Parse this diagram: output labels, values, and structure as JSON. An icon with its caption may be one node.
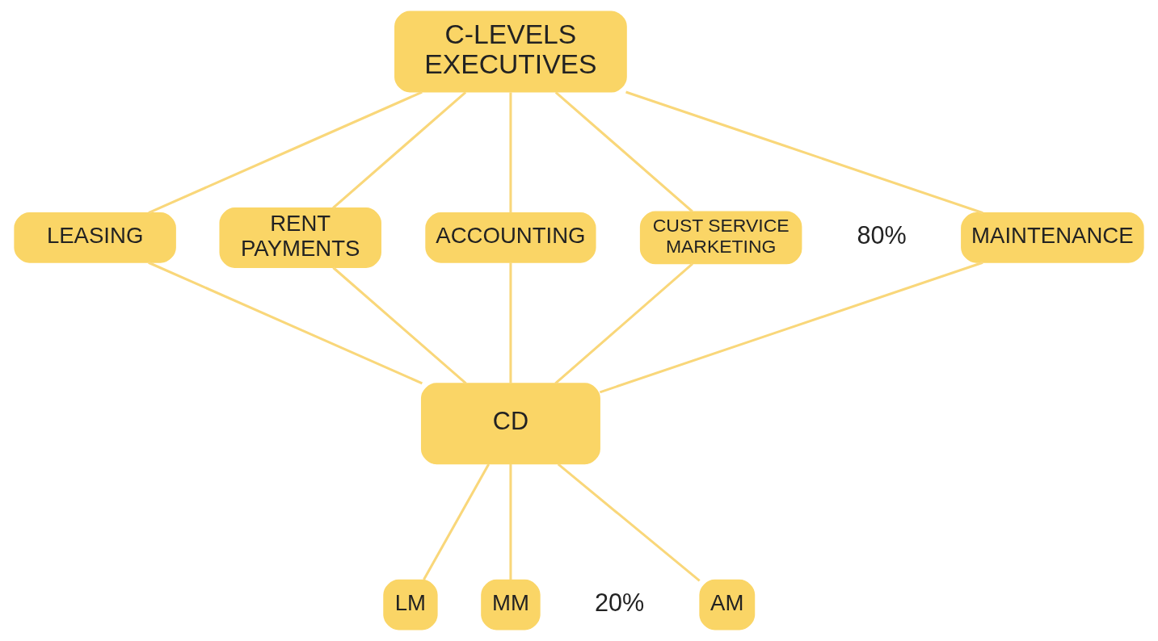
{
  "diagram": {
    "nodes": [
      {
        "text": [
          "C-LEVELS EXECUTIVES"
        ]
      },
      {
        "text": [
          "MAINTENANCE"
        ]
      },
      {
        "text": [
          "LEASING"
        ]
      },
      {
        "text": [
          "RENT PAYMENTS"
        ]
      },
      {
        "text": [
          "ACCOUNTING"
        ]
      },
      {
        "text": [
          "CUST SERVICE MARKETING"
        ]
      },
      {
        "text": [
          "CD"
        ]
      },
      {
        "text": [
          "AM"
        ]
      },
      {
        "text": [
          "LM"
        ]
      },
      {
        "text": [
          "MM"
        ]
      }
    ],
    "edges": [
      {
        "from": 0,
        "to": 1,
        "arrow": "none"
      },
      {
        "from": 0,
        "to": 2,
        "arrow": "none"
      },
      {
        "from": 0,
        "to": 3,
        "arrow": "none"
      },
      {
        "from": 0,
        "to": 4,
        "arrow": "none"
      },
      {
        "from": 0,
        "to": 5,
        "arrow": "none"
      },
      {
        "from": 1,
        "to": 6,
        "arrow": "none"
      },
      {
        "from": 2,
        "to": 6,
        "arrow": "none"
      },
      {
        "from": 3,
        "to": 6,
        "arrow": "none"
      },
      {
        "from": 4,
        "to": 6,
        "arrow": "none"
      },
      {
        "from": 5,
        "to": 6,
        "arrow": "none"
      },
      {
        "from": 6,
        "to": 7,
        "arrow": "none"
      },
      {
        "from": 6,
        "to": 8,
        "arrow": "none"
      },
      {
        "from": 6,
        "to": 9,
        "arrow": "none"
      }
    ],
    "labels": [
      "80%",
      "20%"
    ]
  }
}
